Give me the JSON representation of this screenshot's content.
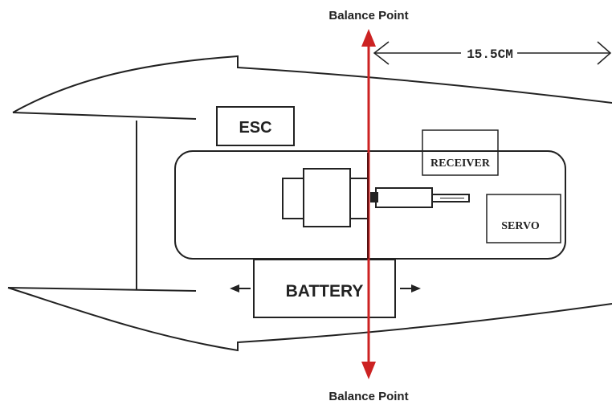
{
  "diagram": {
    "balance_point_top": "Balance Point",
    "balance_point_bottom": "Balance Point",
    "distance_label": "15.5CM",
    "components": {
      "esc": "ESC",
      "receiver": "RECEIVER",
      "servo": "SERVO",
      "battery": "BATTERY"
    },
    "colors": {
      "balance_line": "#cc2222",
      "outline": "#222222",
      "background": "#ffffff"
    }
  }
}
